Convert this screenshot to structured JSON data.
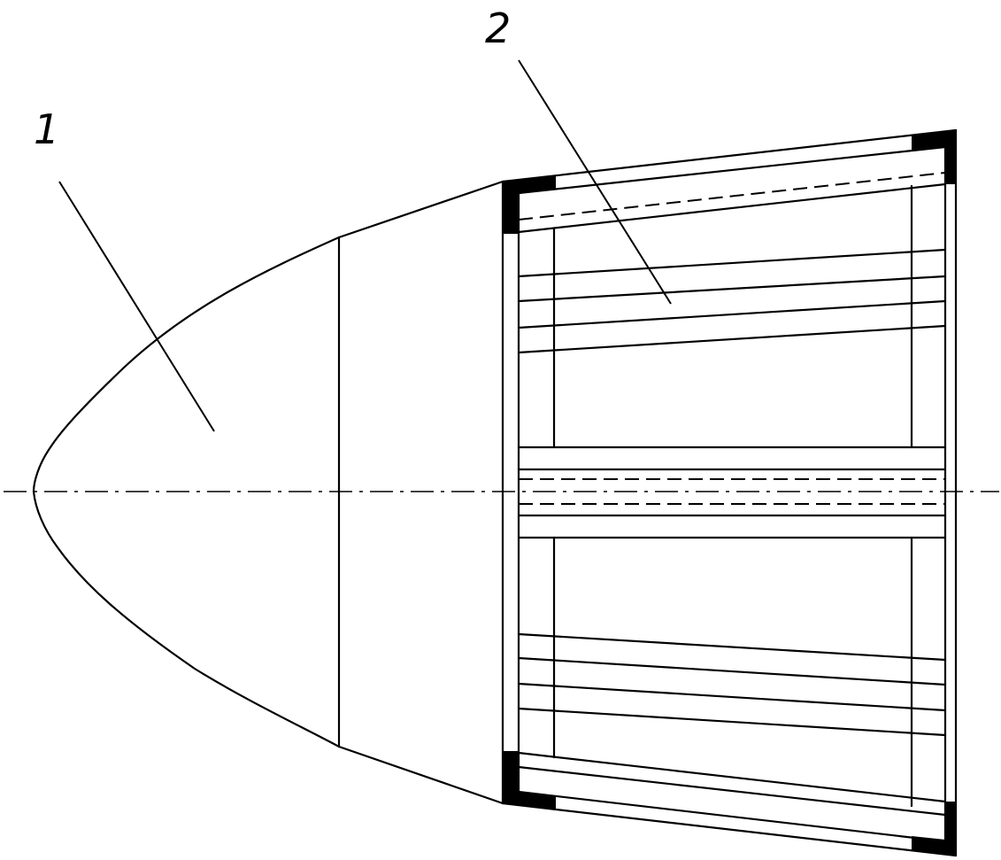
{
  "drawing": {
    "callouts": [
      {
        "id": "1",
        "label": "1"
      },
      {
        "id": "2",
        "label": "2"
      }
    ],
    "colors": {
      "line": "#000000",
      "background": "#ffffff"
    }
  }
}
